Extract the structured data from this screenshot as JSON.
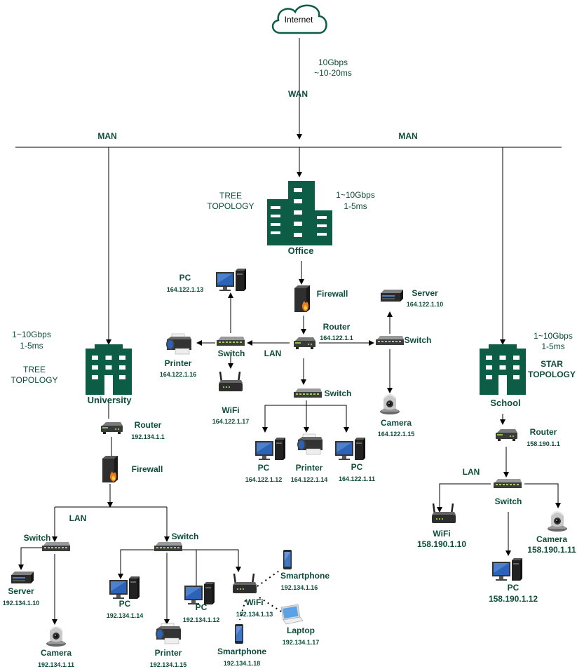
{
  "internet": "Internet",
  "wan": {
    "speed": "10Gbps",
    "latency": "~10-20ms",
    "label": "WAN"
  },
  "man": {
    "left": "MAN",
    "right": "MAN"
  },
  "office": {
    "name": "Office",
    "topology": "TREE\nTOPOLOGY",
    "speed": "1~10Gbps",
    "latency": "1-5ms",
    "firewall": "Firewall",
    "router": {
      "label": "Router",
      "ip": "164.122.1.1"
    },
    "lan": "LAN",
    "switch_left": "Switch",
    "switch_right": "Switch",
    "switch_bottom": "Switch",
    "pc_top": {
      "label": "PC",
      "ip": "164.122.1.13"
    },
    "printer_left": {
      "label": "Printer",
      "ip": "164.122.1.16"
    },
    "wifi": {
      "label": "WiFi",
      "ip": "164.122.1.17"
    },
    "server": {
      "label": "Server",
      "ip": "164.122.1.10"
    },
    "camera": {
      "label": "Camera",
      "ip": "164.122.1.15"
    },
    "pc_bl": {
      "label": "PC",
      "ip": "164.122.1.12"
    },
    "printer_b": {
      "label": "Printer",
      "ip": "164.122.1.14"
    },
    "pc_br": {
      "label": "PC",
      "ip": "164.122.1.11"
    }
  },
  "university": {
    "name": "University",
    "topology": "TREE\nTOPOLOGY",
    "speed": "1~10Gbps",
    "latency": "1-5ms",
    "router": {
      "label": "Router",
      "ip": "192.134.1.1"
    },
    "firewall": "Firewall",
    "lan": "LAN",
    "switch_left": "Switch",
    "switch_right": "Switch",
    "server": {
      "label": "Server",
      "ip": "192.134.1.10"
    },
    "camera": {
      "label": "Camera",
      "ip": "192.134.1.11"
    },
    "pc1": {
      "label": "PC",
      "ip": "192.134.1.14"
    },
    "pc2": {
      "label": "PC",
      "ip": "192.134.1.12"
    },
    "printer": {
      "label": "Printer",
      "ip": "192.134.1.15"
    },
    "wifi": {
      "label": "WiFi",
      "ip": "192.134.1.13"
    },
    "smartphone1": {
      "label": "Smartphone",
      "ip": "192.134.1.16"
    },
    "laptop": {
      "label": "Laptop",
      "ip": "192.134.1.17"
    },
    "smartphone2": {
      "label": "Smartphone",
      "ip": "192.134.1.18"
    }
  },
  "school": {
    "name": "School",
    "topology": "STAR\nTOPOLOGY",
    "speed": "1~10Gbps",
    "latency": "1-5ms",
    "router": {
      "label": "Router",
      "ip": "158.190.1.1"
    },
    "lan": "LAN",
    "switch": "Switch",
    "wifi": {
      "label": "WiFi",
      "ip": "158.190.1.10"
    },
    "camera": {
      "label": "Camera",
      "ip": "158.190.1.11"
    },
    "pc": {
      "label": "PC",
      "ip": "158.190.1.12"
    }
  },
  "colors": {
    "brand": "#0d5c46",
    "text": "#0d4d3a",
    "line": "#000000"
  }
}
